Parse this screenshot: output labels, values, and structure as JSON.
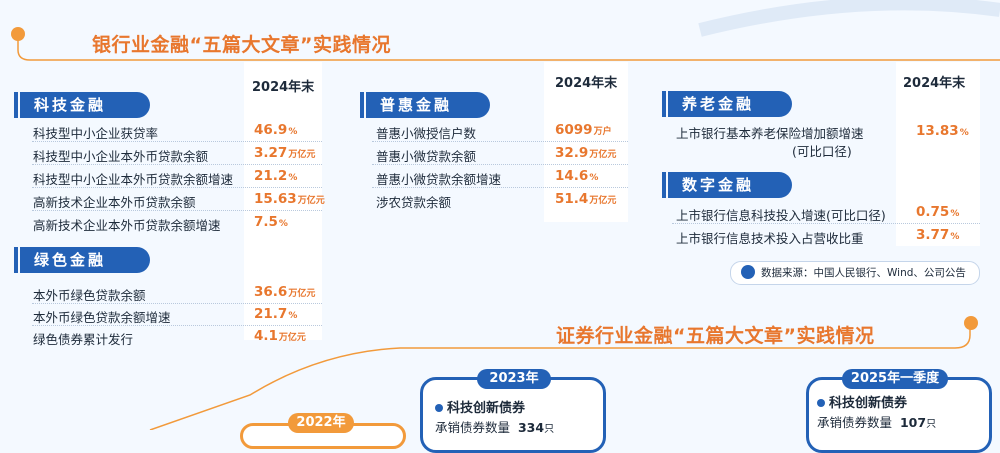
{
  "banking_title": "银行业金融“五篇大文章”实践情况",
  "securities_title": "证券行业金融“五篇大文章”实践情况",
  "year_header": "2024年末",
  "sci_tech": {
    "tag": "科技金融",
    "rows": [
      {
        "label": "科技型中小企业获贷率",
        "value": "46.9",
        "unit": "%"
      },
      {
        "label": "科技型中小企业本外币贷款余额",
        "value": "3.27",
        "unit": "万亿元"
      },
      {
        "label": "科技型中小企业本外币贷款余额增速",
        "value": "21.2",
        "unit": "%"
      },
      {
        "label": "高新技术企业本外币贷款余额",
        "value": "15.63",
        "unit": "万亿元"
      },
      {
        "label": "高新技术企业本外币贷款余额增速",
        "value": "7.5",
        "unit": "%"
      }
    ]
  },
  "green": {
    "tag": "绿色金融",
    "rows": [
      {
        "label": "本外币绿色贷款余额",
        "value": "36.6",
        "unit": "万亿元"
      },
      {
        "label": "本外币绿色贷款余额增速",
        "value": "21.7",
        "unit": "%"
      },
      {
        "label": "绿色债券累计发行",
        "value": "4.1",
        "unit": "万亿元"
      }
    ]
  },
  "inclusive": {
    "tag": "普惠金融",
    "rows": [
      {
        "label": "普惠小微授信户数",
        "value": "6099",
        "unit": "万户"
      },
      {
        "label": "普惠小微贷款余额",
        "value": "32.9",
        "unit": "万亿元"
      },
      {
        "label": "普惠小微贷款余额增速",
        "value": "14.6",
        "unit": "%"
      },
      {
        "label": "涉农贷款余额",
        "value": "51.4",
        "unit": "万亿元"
      }
    ]
  },
  "pension": {
    "tag": "养老金融",
    "row": {
      "label_line1": "上市银行基本养老保险增加额增速",
      "label_line2": "(可比口径)",
      "value": "13.83",
      "unit": "%"
    }
  },
  "digital": {
    "tag": "数字金融",
    "rows": [
      {
        "label": "上市银行信息科技投入增速(可比口径)",
        "value": "0.75",
        "unit": "%"
      },
      {
        "label": "上市银行信息技术投入占营收比重",
        "value": "3.77",
        "unit": "%"
      }
    ]
  },
  "source": "数据来源：中国人民银行、Wind、公司公告",
  "card_2023": {
    "year": "2023年",
    "heading": "科技创新债券",
    "label": "承销债券数量",
    "value": "334",
    "unit": "只"
  },
  "card_2025": {
    "year": "2025年一季度",
    "heading": "科技创新债券",
    "label": "承销债券数量",
    "value": "107",
    "unit": "只"
  },
  "card_2022": {
    "year": "2022年"
  }
}
